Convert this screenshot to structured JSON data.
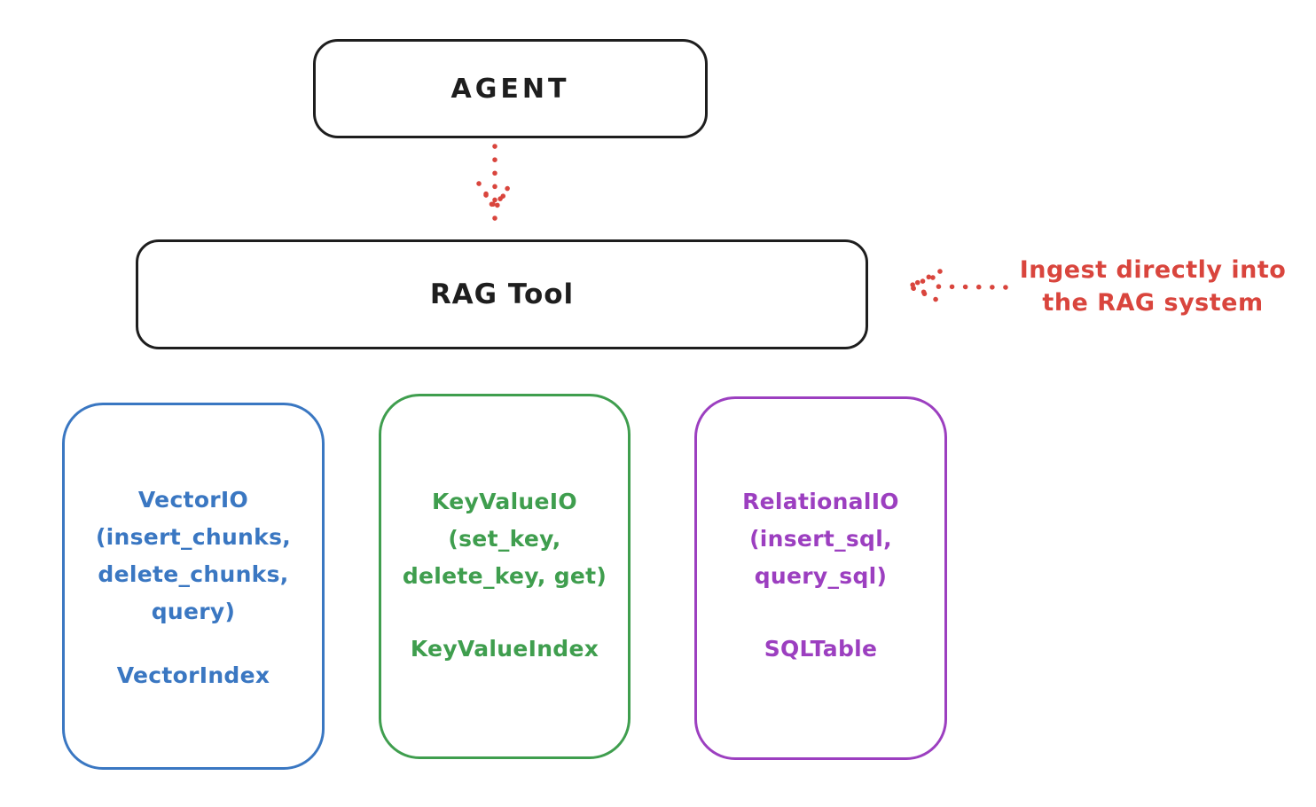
{
  "diagram": {
    "agent_box": {
      "label": "AGENT"
    },
    "rag_tool_box": {
      "label": "RAG Tool"
    },
    "agent_to_rag_arrow": {
      "style": "dotted",
      "direction": "down",
      "color": "#d9453d"
    },
    "ingest_arrow": {
      "style": "dotted",
      "direction": "left",
      "color": "#d9453d"
    },
    "annotation": {
      "line1": "Ingest directly into",
      "line2": "the RAG system",
      "color": "#d9453d"
    },
    "backends": [
      {
        "id": "vector",
        "color": "#3a77c2",
        "lines": [
          "VectorIO",
          "(insert_chunks,",
          "delete_chunks,",
          "query)"
        ],
        "index_label": "VectorIndex"
      },
      {
        "id": "keyvalue",
        "color": "#3f9e4e",
        "lines": [
          "KeyValueIO",
          "(set_key,",
          "delete_key, get)"
        ],
        "index_label": "KeyValueIndex"
      },
      {
        "id": "relational",
        "color": "#9c3fc0",
        "lines": [
          "RelationalIO",
          "(insert_sql,",
          "query_sql)"
        ],
        "index_label": "SQLTable"
      }
    ],
    "colors": {
      "outline": "#1e1e1e",
      "red": "#d9453d",
      "blue": "#3a77c2",
      "green": "#3f9e4e",
      "purple": "#9c3fc0",
      "background": "#ffffff"
    }
  }
}
